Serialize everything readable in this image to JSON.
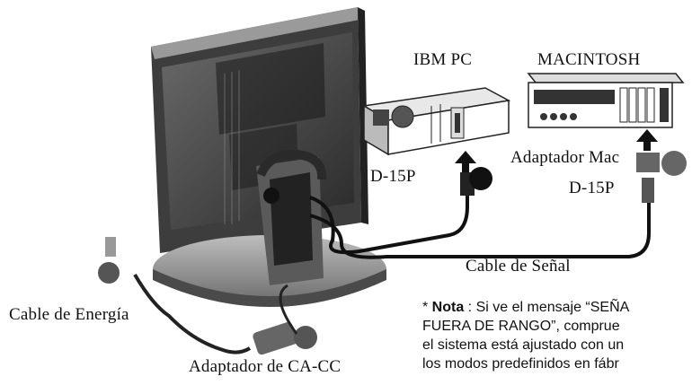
{
  "labels": {
    "ibm_pc": "IBM PC",
    "macintosh": "MACINTOSH",
    "mac_adapter": "Adaptador Mac",
    "d15p_left": "D-15P",
    "d15p_right": "D-15P",
    "signal_cable": "Cable de Señal",
    "power_cable": "Cable de Energía",
    "ac_dc_adapter": "Adaptador de CA-CC"
  },
  "note": {
    "prefix": "* ",
    "title": "Nota",
    "separator": " : ",
    "line1": "Si ve el mensaje “SEÑA",
    "line2": "FUERA DE RANGO”, comprue",
    "line3": "el sistema está ajustado con un",
    "line4": "los modos predefinidos en fábr"
  }
}
